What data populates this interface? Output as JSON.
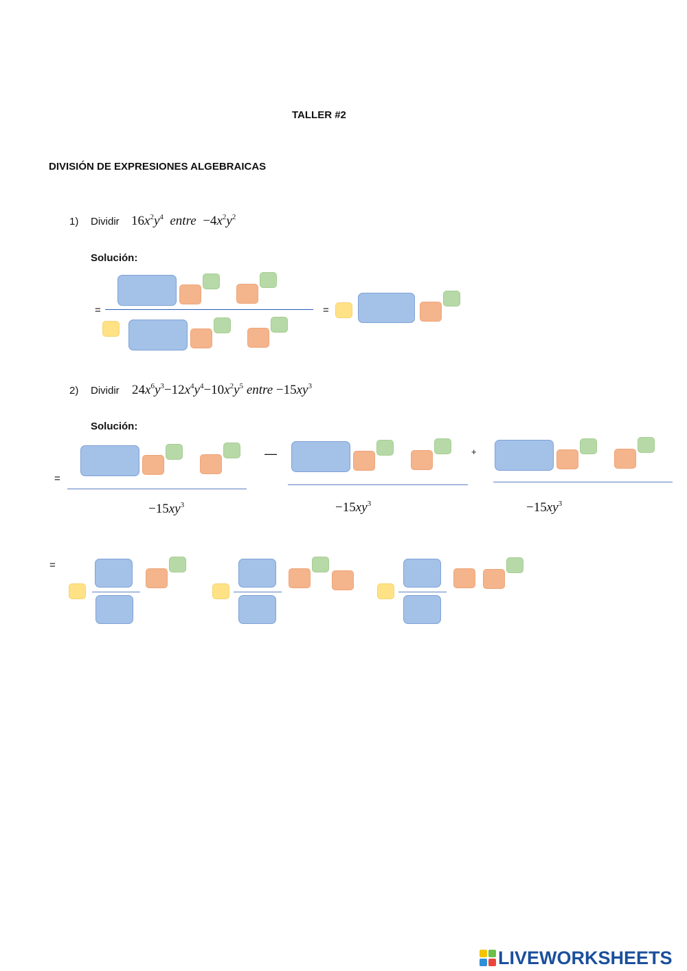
{
  "title": "TALLER #2",
  "subtitle": "DIVISIÓN DE EXPRESIONES ALGEBRAICAS",
  "problem1": {
    "number": "1)",
    "verb": "Dividir",
    "dividend": {
      "c": "16",
      "v1": "x",
      "e1": "2",
      "v2": "y",
      "e2": "4"
    },
    "word": "entre",
    "divisor": {
      "c": "−4",
      "v1": "x",
      "e1": "2",
      "v2": "y",
      "e2": "2"
    },
    "solution_label": "Solución:",
    "eq1": "=",
    "eq2": "="
  },
  "problem2": {
    "number": "2)",
    "verb": "Dividir",
    "terms": [
      {
        "c": "24",
        "v1": "x",
        "e1": "6",
        "v2": "y",
        "e2": "3"
      },
      {
        "c": "−12",
        "v1": "x",
        "e1": "4",
        "v2": "y",
        "e2": "4"
      },
      {
        "c": "−10",
        "v1": "x",
        "e1": "2",
        "v2": "y",
        "e2": "5"
      }
    ],
    "word": "entre",
    "divisor": {
      "c": "−15",
      "v": "xy",
      "e": "3"
    },
    "solution_label": "Solución:",
    "eq1": "=",
    "minus": "—",
    "plus": "+",
    "eq2": "=",
    "denominator": {
      "c": "−15",
      "v": "xy",
      "e": "3"
    }
  },
  "brand": {
    "name": "LIVEWORKSHEETS",
    "colors": {
      "text": "#1b4f9c",
      "tile1": "#f4c400",
      "tile2": "#6cc04a",
      "tile3": "#2f8fd8",
      "tile4": "#e8463c"
    }
  },
  "box_colors": {
    "blue": "#a4c1e8",
    "orange": "#f4b48c",
    "green": "#b7d9a7",
    "yellow": "#ffe285"
  }
}
